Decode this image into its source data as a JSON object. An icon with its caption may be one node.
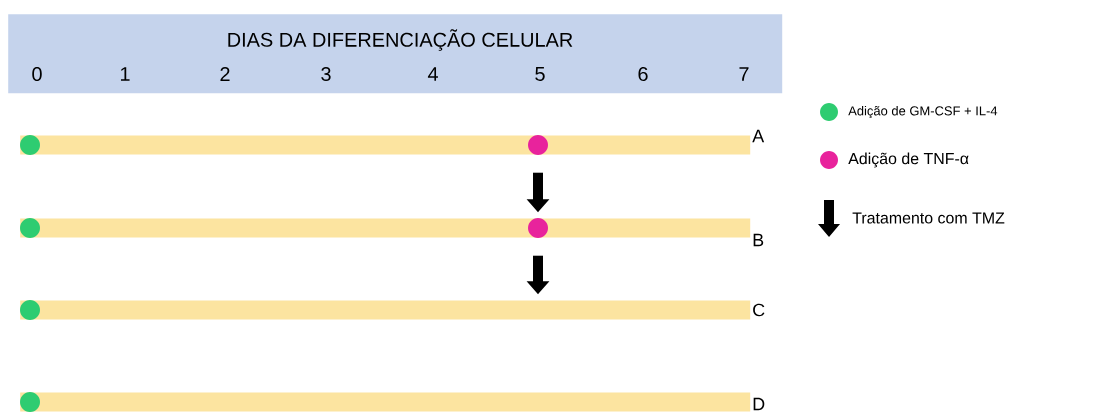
{
  "diagram": {
    "nodes": [
      {
        "text": [
          "DIAS DA DIFERENCIAÇÃO CELULAR",
          "0",
          "1",
          "2",
          "3",
          "4",
          "5",
          "6",
          "7"
        ]
      },
      {
        "text": [],
        "shape": "bar",
        "beside": [
          "A"
        ]
      },
      {
        "text": [],
        "shape": "bar",
        "beside": [
          "B"
        ]
      },
      {
        "text": [],
        "shape": "bar",
        "beside": [
          "C"
        ]
      },
      {
        "text": [],
        "shape": "bar",
        "beside": [
          "D"
        ]
      }
    ],
    "edges": [
      {
        "from": 1,
        "to": 2,
        "arrow": "to"
      },
      {
        "from": 2,
        "to": 3,
        "arrow": "to"
      }
    ],
    "legend": [
      {
        "text": "Adição de GM-CSF + IL-4",
        "color": "#2ecc71"
      },
      {
        "text": "Adição de TNF-α",
        "color": "#e8239c"
      },
      {
        "text": "Tratamento com TMZ"
      }
    ]
  }
}
